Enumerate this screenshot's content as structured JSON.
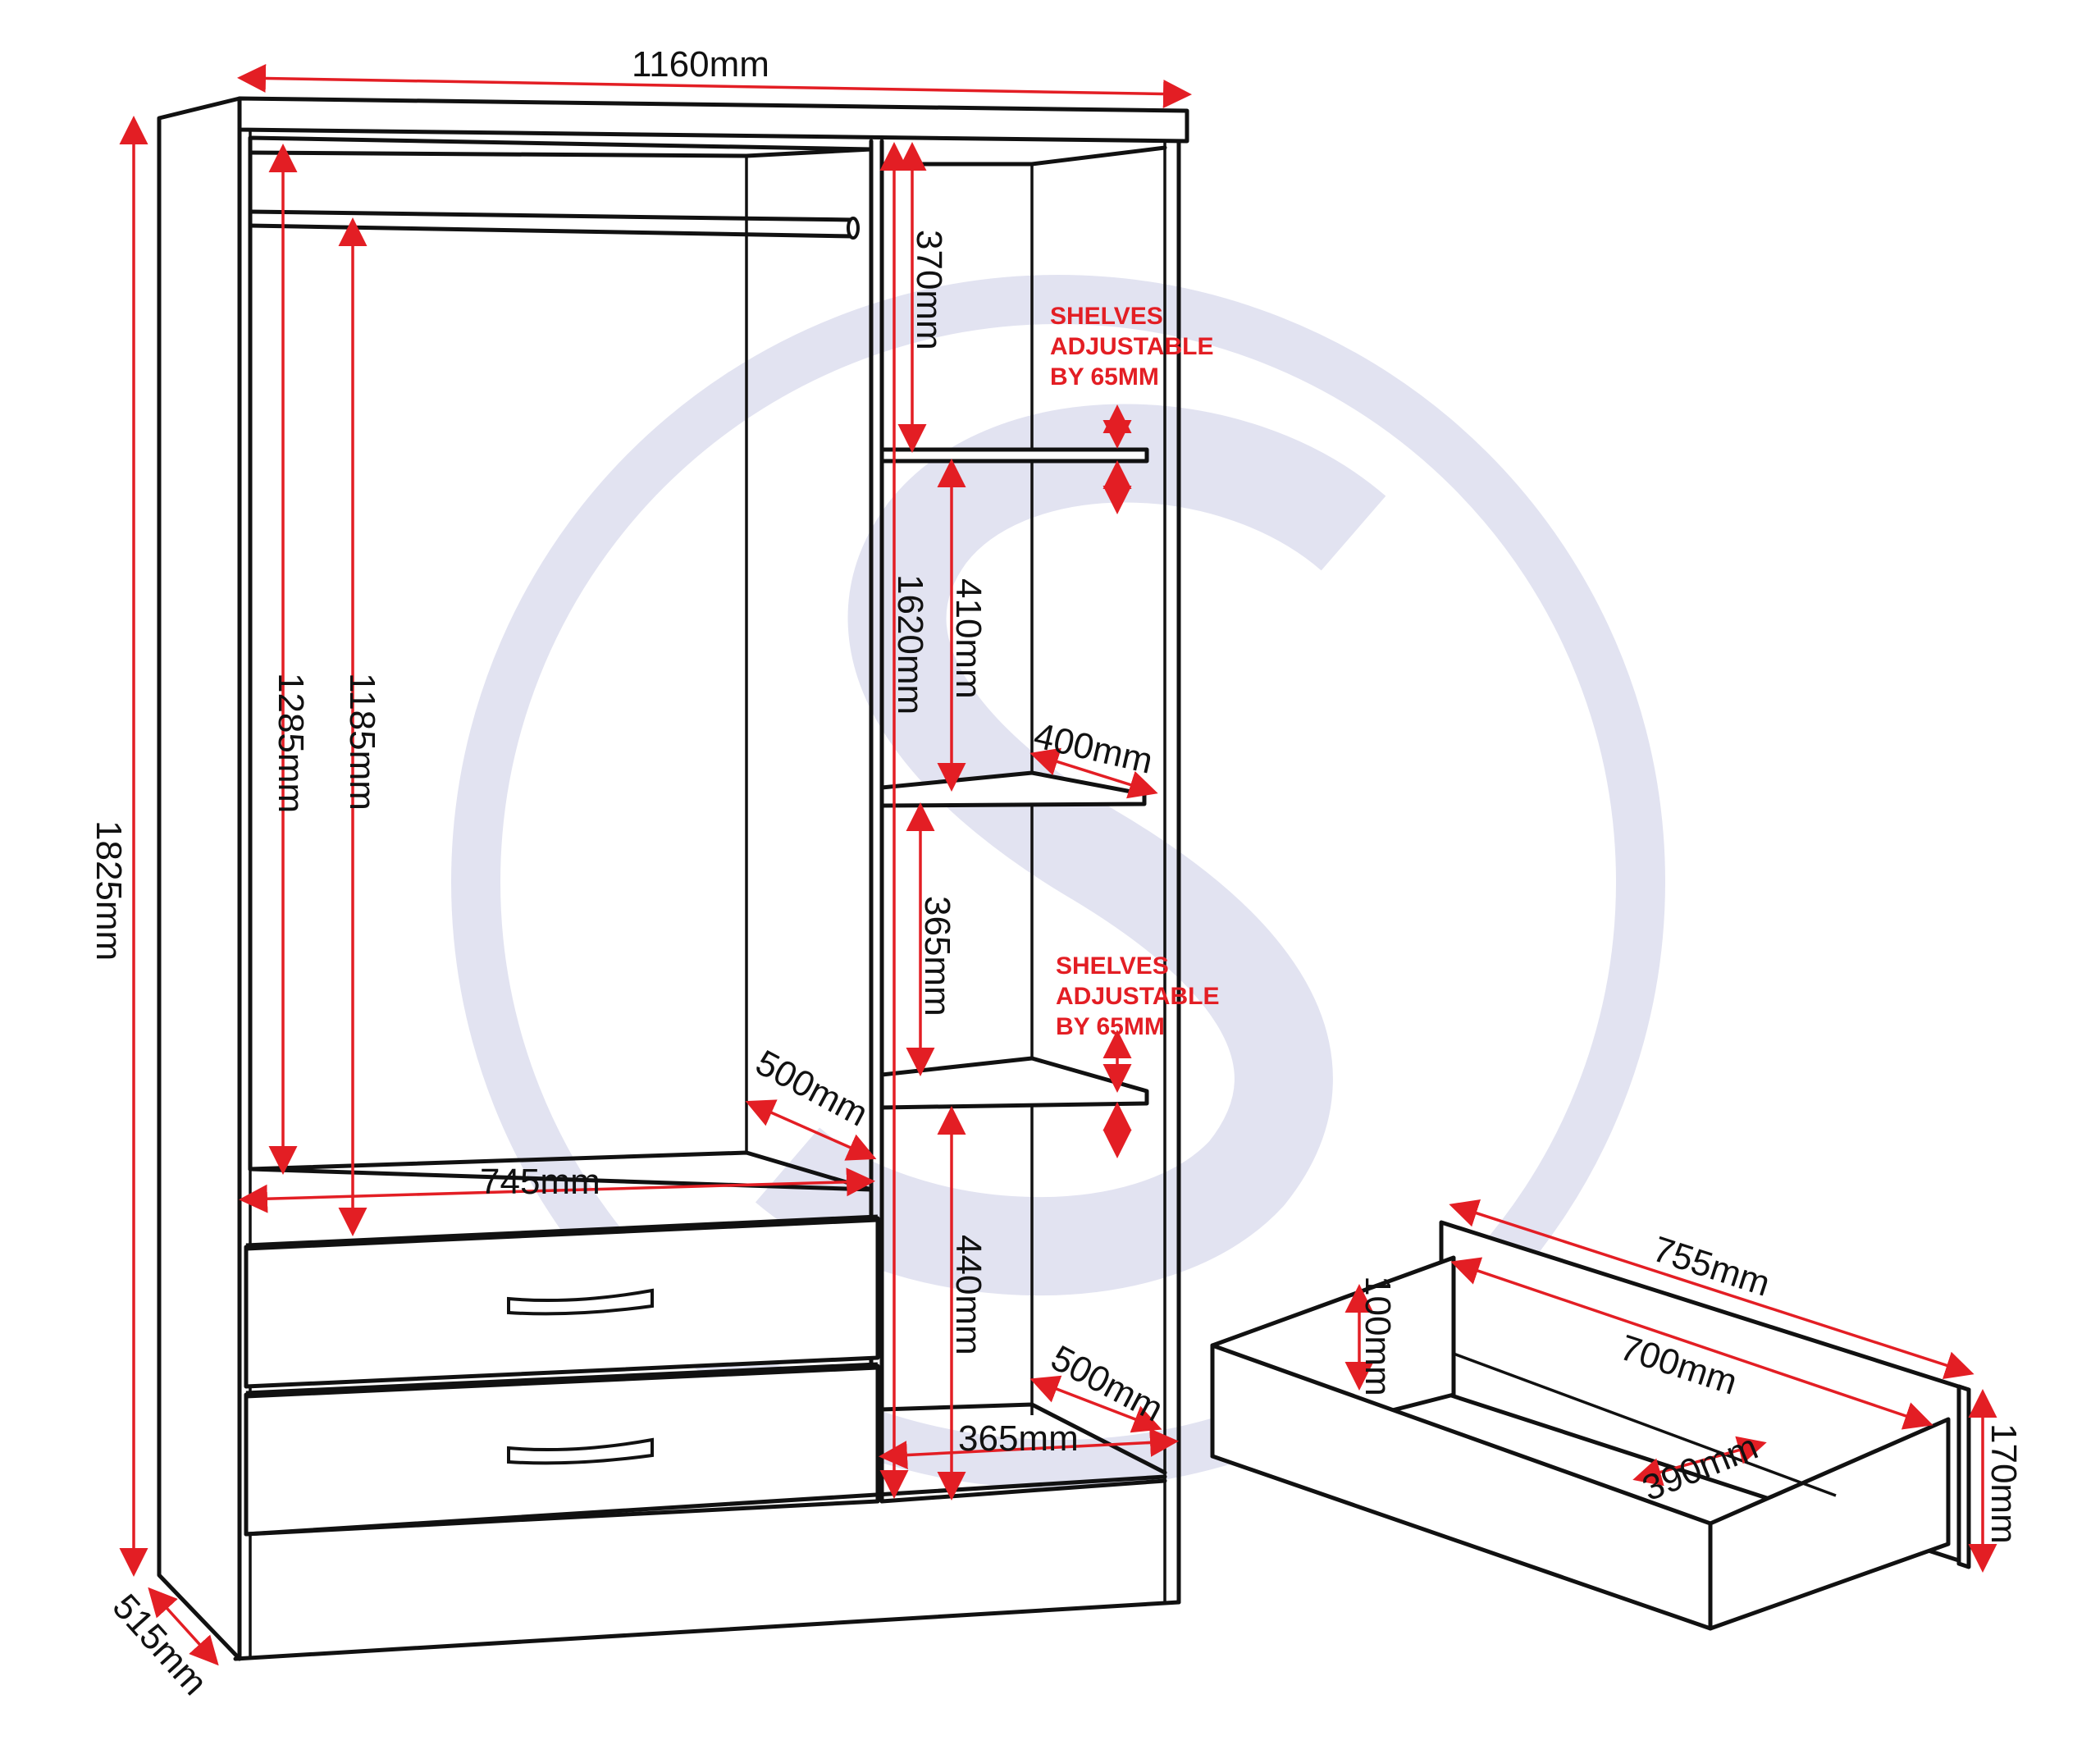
{
  "diagram": {
    "subject": "Wardrobe with hanging rail, adjustable shelves and two drawers",
    "watermark": {
      "shape": "circled-S-logo",
      "color": "#e2e3f1"
    },
    "colors": {
      "outline": "#111111",
      "dimension": "#e31e24",
      "note": "#e31e24",
      "background": "#ffffff"
    },
    "overall": {
      "width": "1160mm",
      "height": "1825mm",
      "depth": "515mm"
    },
    "hanging_section": {
      "internal_height_to_top": "1285mm",
      "rail_height": "1185mm",
      "internal_width": "745mm",
      "internal_depth": "500mm"
    },
    "shelf_section": {
      "overall_internal_height": "1620mm",
      "compartments": [
        {
          "height": "370mm"
        },
        {
          "height": "410mm"
        },
        {
          "height": "365mm"
        },
        {
          "height": "440mm"
        }
      ],
      "shelf_depth": "400mm",
      "internal_width": "365mm",
      "internal_depth": "500mm",
      "notes": [
        {
          "line1": "SHELVES",
          "line2": "ADJUSTABLE",
          "line3": "BY 65MM"
        },
        {
          "line1": "SHELVES",
          "line2": "ADJUSTABLE",
          "line3": "BY 65MM"
        }
      ]
    },
    "drawer": {
      "front_width": "755mm",
      "internal_length": "700mm",
      "internal_depth": "390mm",
      "internal_height": "100mm",
      "front_height": "170mm"
    }
  }
}
